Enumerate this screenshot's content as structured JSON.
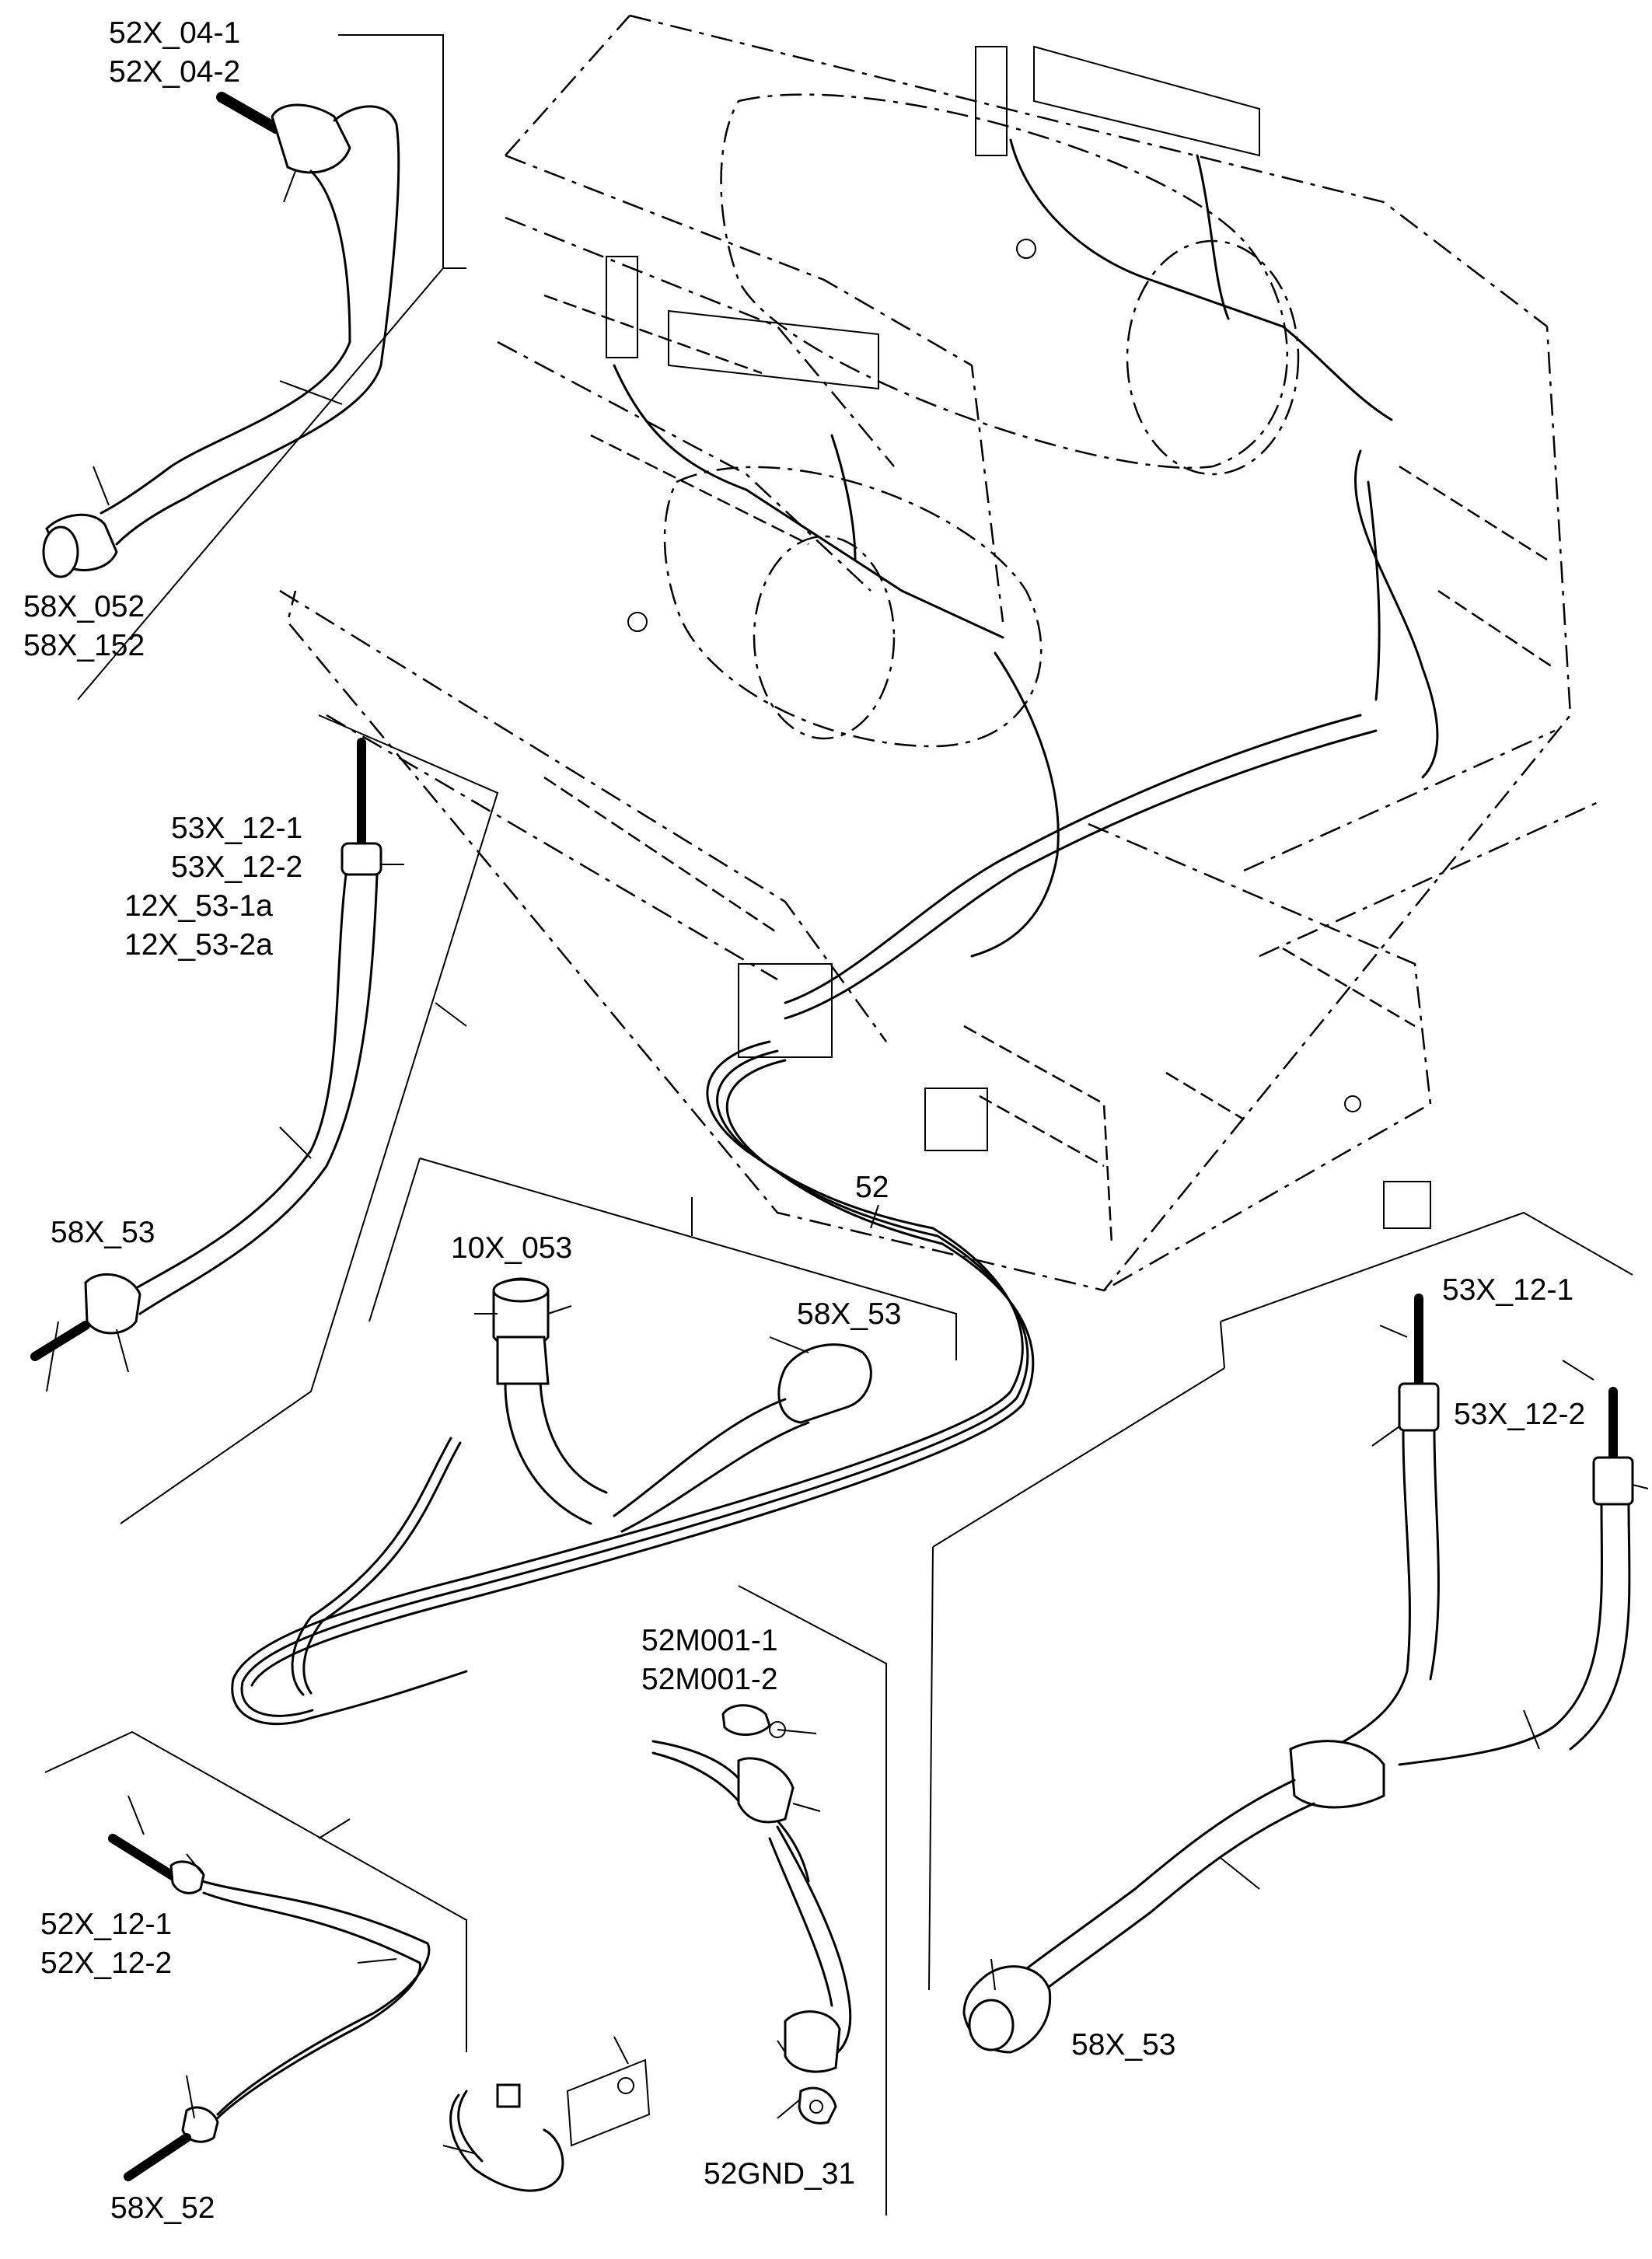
{
  "labels": {
    "l_52x_04_1": "52X_04-1",
    "l_52x_04_2": "52X_04-2",
    "l_58x_052": "58X_052",
    "l_58x_152": "58X_152",
    "l_53x_12_1_a": "53X_12-1",
    "l_53x_12_2_a": "53X_12-2",
    "l_12x_53_1a": "12X_53-1a",
    "l_12x_53_2a": "12X_53-2a",
    "l_58x_53_left": "58X_53",
    "l_52": "52",
    "l_10x_053": "10X_053",
    "l_58x_53_mid": "58X_53",
    "l_53x_12_1_b": "53X_12-1",
    "l_53x_12_2_b": "53X_12-2",
    "l_52m001_1": "52M001-1",
    "l_52m001_2": "52M001-2",
    "l_52x_12_1": "52X_12-1",
    "l_52x_12_2": "52X_12-2",
    "l_58x_52": "58X_52",
    "l_52gnd_31": "52GND_31",
    "l_58x_53_right": "58X_53"
  }
}
